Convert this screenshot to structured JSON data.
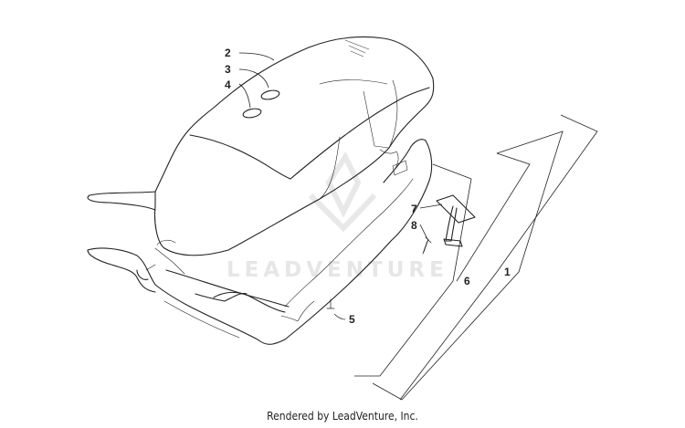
{
  "diagram": {
    "callouts": [
      "1",
      "2",
      "3",
      "4",
      "5",
      "6",
      "7",
      "8"
    ],
    "watermark": "LEADVENTURE"
  },
  "footer": {
    "text": "Rendered by LeadVenture, Inc."
  },
  "colors": {
    "line": "#222222",
    "watermark": "#e6e6e6"
  }
}
